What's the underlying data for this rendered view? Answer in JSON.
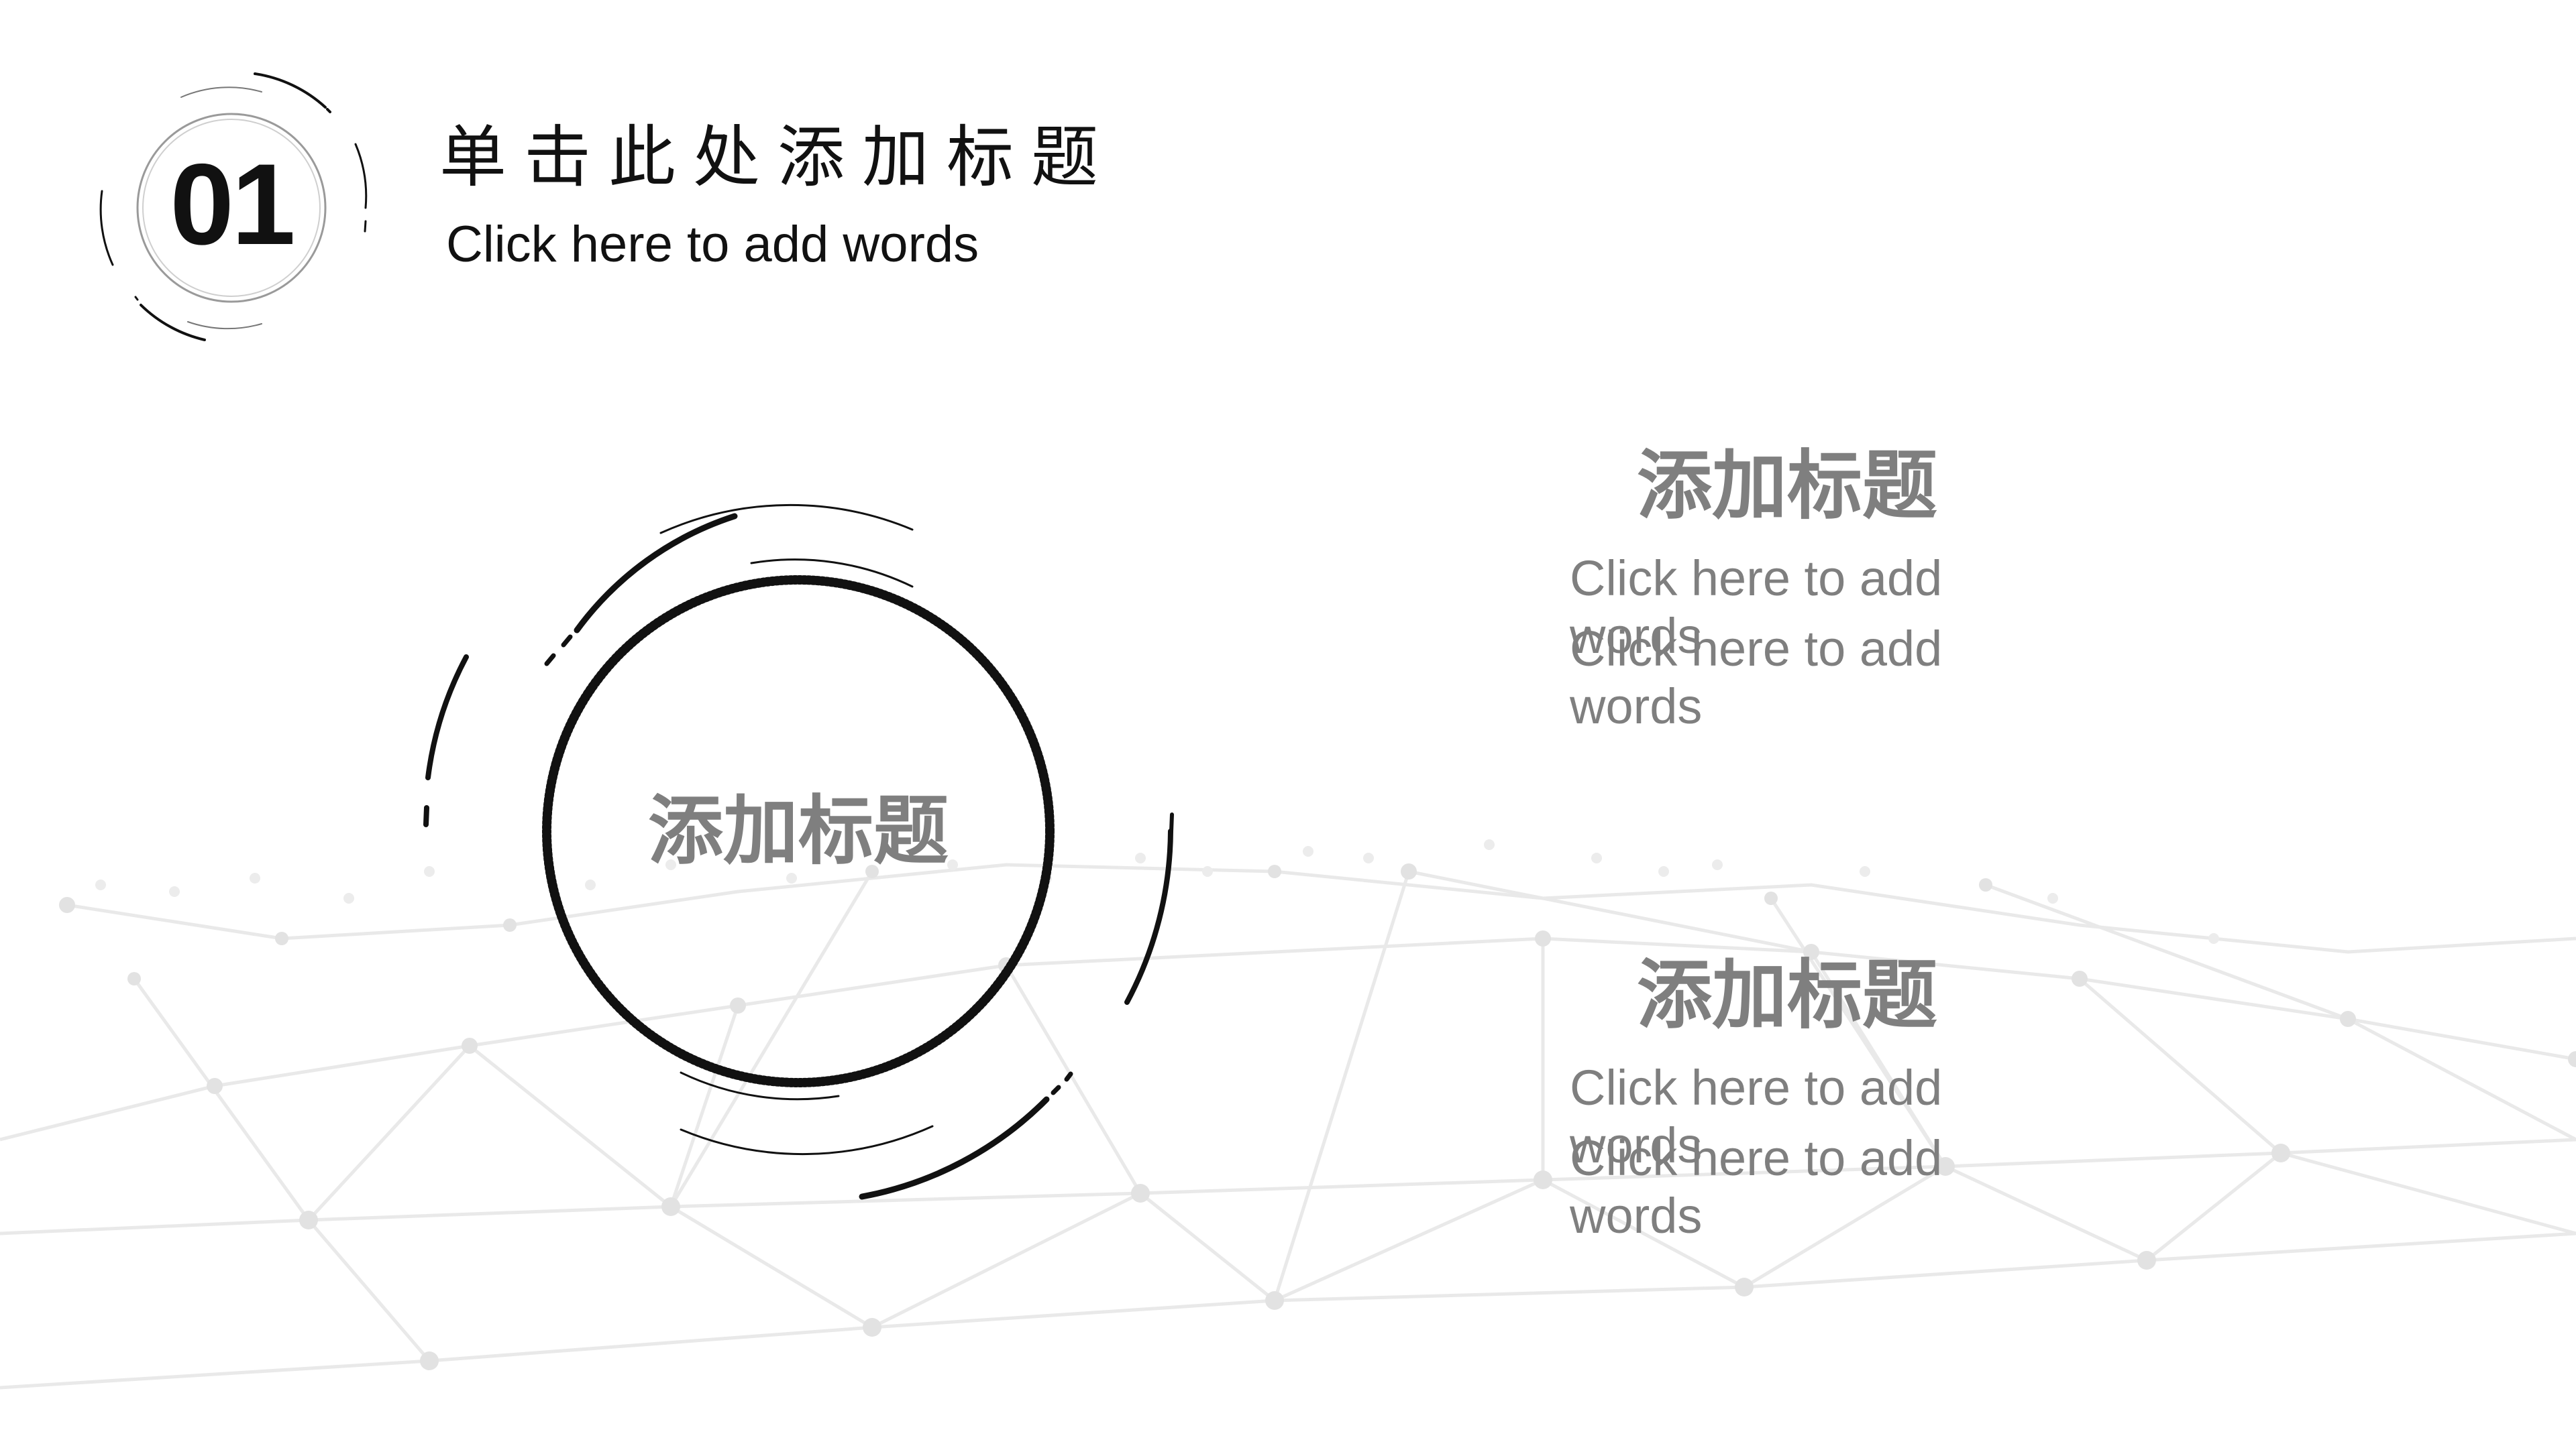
{
  "header": {
    "number": "01",
    "title": "单击此处添加标题",
    "subtitle": "Click here to add words"
  },
  "center": {
    "title": "添加标题"
  },
  "blocks": [
    {
      "title": "添加标题",
      "lines": [
        "Click here to add words",
        "Click here to add words"
      ]
    },
    {
      "title": "添加标题",
      "lines": [
        "Click here to add words",
        "Click here to add words"
      ]
    }
  ],
  "colors": {
    "text_dark": "#111111",
    "text_gray": "#7f7f7f",
    "network": "#e6e6e6",
    "ring": "#111111"
  }
}
